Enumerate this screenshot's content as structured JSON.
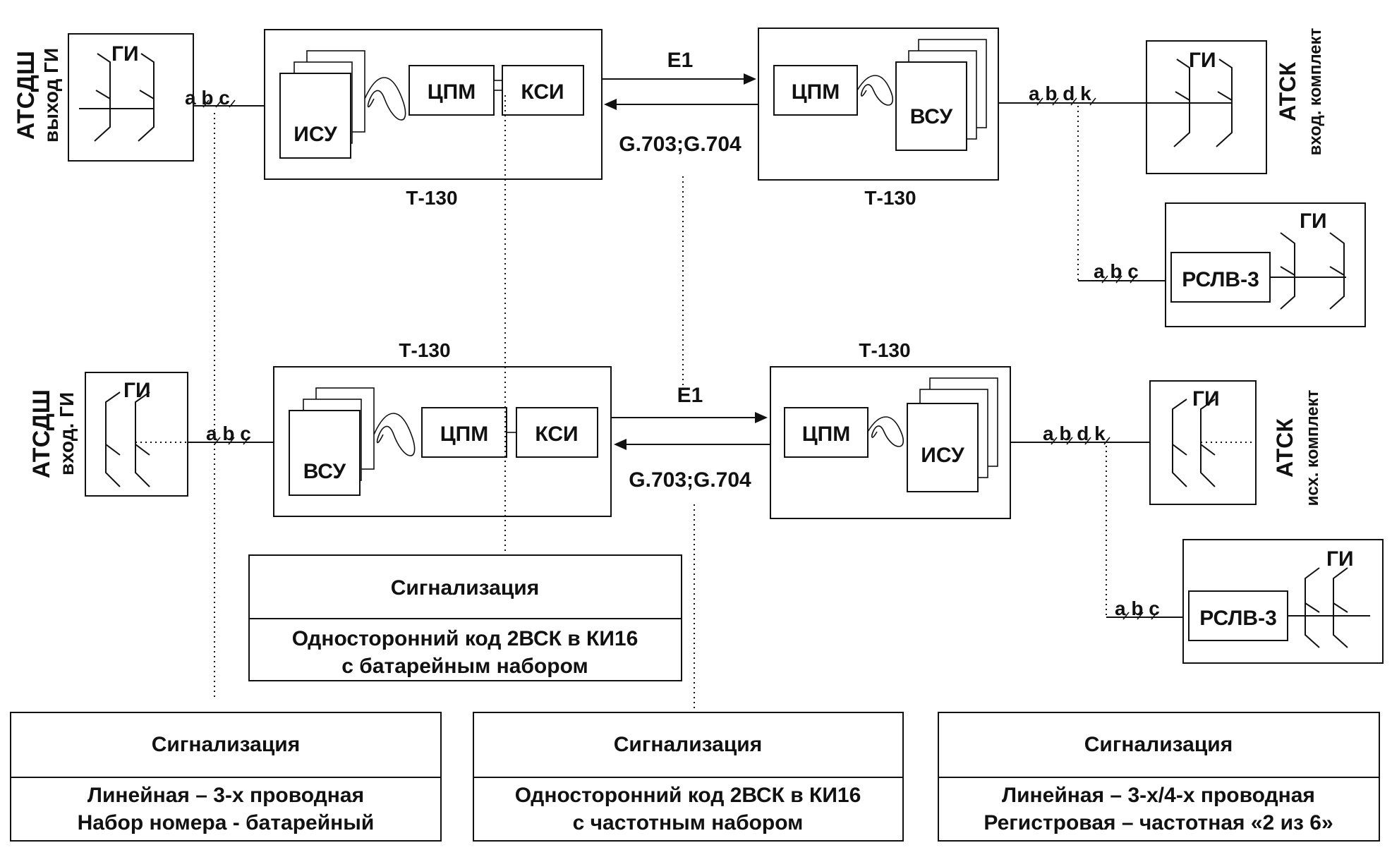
{
  "gi": "ГИ",
  "isu": "ИСУ",
  "vsu": "ВСУ",
  "cpm": "ЦПМ",
  "ksi": "КСИ",
  "rslv": "РСЛВ-3",
  "t130": "Т-130",
  "e1": "Е1",
  "g703": "G.703;G.704",
  "wires_abc": "a b c",
  "wires_abdk": "a b d k",
  "top": {
    "left_station": "АТСДШ",
    "left_station_sub": "выход ГИ",
    "right_station": "АТСК",
    "right_station_sub": "вход. комплект"
  },
  "bottom": {
    "left_station": "АТСДШ",
    "left_station_sub": "вход. ГИ",
    "right_station": "АТСК",
    "right_station_sub": "исх. комплект"
  },
  "sig_center": {
    "title": "Сигнализация",
    "line1": "Односторонний код 2ВСК в КИ16",
    "line2": "с батарейным набором"
  },
  "sig_left": {
    "title": "Сигнализация",
    "line1": "Линейная – 3-х проводная",
    "line2": "Набор номера - батарейный"
  },
  "sig_mid": {
    "title": "Сигнализация",
    "line1": "Односторонний код 2ВСК в КИ16",
    "line2": "с частотным набором"
  },
  "sig_right": {
    "title": "Сигнализация",
    "line1": "Линейная – 3-х/4-х проводная",
    "line2": "Регистровая – частотная «2 из 6»"
  }
}
